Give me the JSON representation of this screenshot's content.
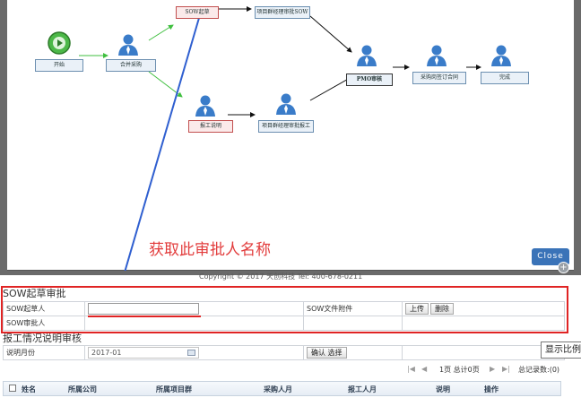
{
  "workflow": {
    "nodes": {
      "start": "开始",
      "merge_purchase": "合并采购",
      "sow_draft": "SOW起草",
      "pm_review_sow": "项目群经理审批SOW",
      "report_note": "报工说明",
      "pm_review_report": "项目群经理审批报工",
      "pmo_review": "PMO审核",
      "purchase_contract": "采购岗签订合同",
      "done": "完成"
    },
    "annotation": "获取此审批人名称",
    "copyright": "Copyright © 2017 天创科技 Tel: 400-678-0211",
    "close_label": "Close",
    "zoom_glyph": "+"
  },
  "sow_section": {
    "title": "SOW起草审批",
    "drafter_label": "SOW起草人",
    "drafter_value": "",
    "approver_label": "SOW审批人",
    "attachment_label": "SOW文件附件",
    "upload_label": "上传",
    "delete_label": "删除"
  },
  "report_section": {
    "title": "报工情况说明审核",
    "month_label": "说明月份",
    "month_value": "2017-01",
    "confirm_label": "确认 选择"
  },
  "tooltip": "显示比例",
  "pager": {
    "first": "|◀",
    "prev": "◀",
    "page_text": "1页 总计0页",
    "next": "▶",
    "last": "▶|",
    "total_text": "总记录数:(0)"
  },
  "grid": {
    "columns": [
      "姓名",
      "所属公司",
      "所属项目群",
      "采购人月",
      "报工人月",
      "说明",
      "操作"
    ]
  },
  "colors": {
    "highlight_red": "#e02424",
    "annotation_red": "#e23c3c",
    "arrow_blue": "#2f5fd0",
    "flow_green": "#3fbf3f",
    "close_blue": "#3a73b8"
  }
}
